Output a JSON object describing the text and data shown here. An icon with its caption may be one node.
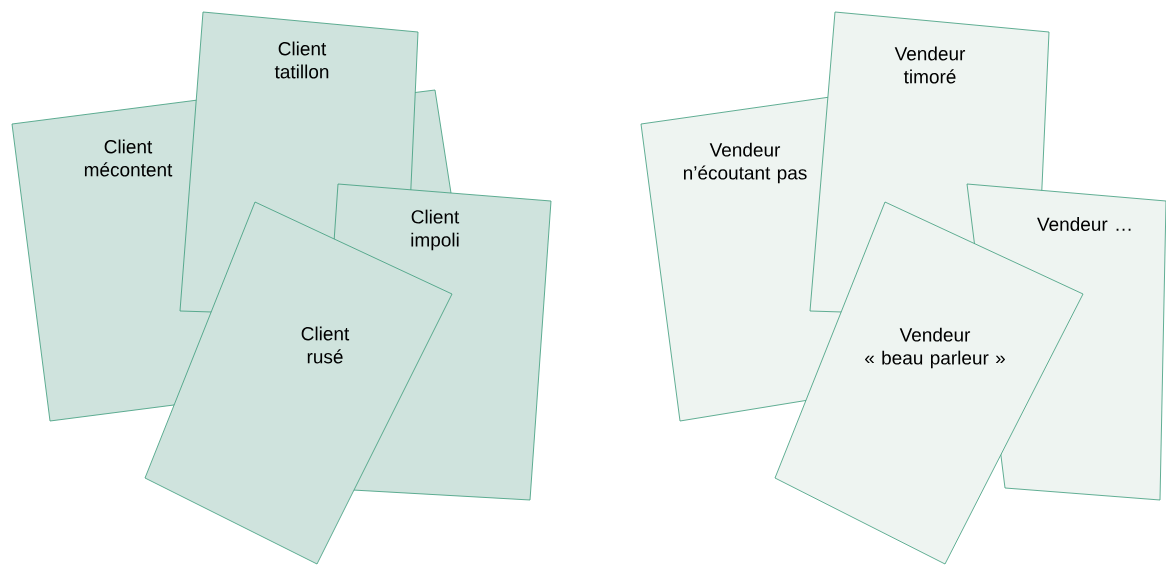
{
  "diagram": {
    "nodes": [
      {
        "text": [
          "Client mécontent"
        ]
      },
      {
        "text": [],
        "shape": "box"
      },
      {
        "text": [
          "Client tatillon"
        ]
      },
      {
        "text": [
          "Client impoli"
        ]
      },
      {
        "text": [
          "Client rusé"
        ]
      },
      {
        "text": [
          "Vendeur n’écoutant pas"
        ]
      },
      {
        "text": [
          "Vendeur timoré"
        ]
      },
      {
        "text": [
          "Vendeur …"
        ]
      },
      {
        "text": [
          "Vendeur « beau parleur »"
        ]
      }
    ]
  }
}
